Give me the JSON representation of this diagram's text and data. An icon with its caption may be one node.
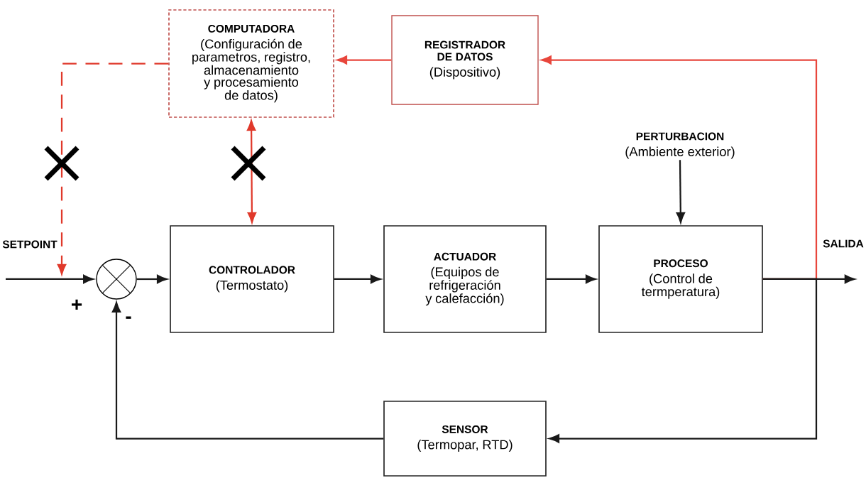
{
  "diagram": {
    "nodes": [
      {
        "text": [
          "COMPUTADORA",
          "(Configuración de parametros, registro, almacenamiento y procesamiento de datos)"
        ]
      },
      {
        "text": [
          "REGISTRADOR DE DATOS",
          "(Dispositivo)"
        ]
      },
      {
        "text": [
          "PERTURBACION",
          "(Ambiente exterior)"
        ]
      },
      {
        "text": [],
        "shape": "circle"
      },
      {
        "text": [
          "CONTROLADOR",
          "(Termostato)"
        ]
      },
      {
        "text": [
          "ACTUADOR",
          "(Equipos de refrigeración y calefacción)"
        ]
      },
      {
        "text": [
          "PROCESO",
          "(Control de termperatura)"
        ]
      },
      {
        "text": [
          "SENSOR",
          "(Termopar, RTD)"
        ]
      }
    ],
    "edges": [
      {
        "from": null,
        "to": 3,
        "arrow": "to"
      },
      {
        "from": 3,
        "to": 4,
        "arrow": "to"
      },
      {
        "from": 4,
        "to": 5,
        "arrow": "to"
      },
      {
        "from": 5,
        "to": 6,
        "arrow": "to"
      },
      {
        "from": 6,
        "to": null,
        "arrow": "to"
      },
      {
        "from": 2,
        "to": 6,
        "arrow": "to"
      },
      {
        "from": 6,
        "to": 7,
        "arrow": "to"
      },
      {
        "from": 7,
        "to": 3,
        "arrow": "to"
      },
      {
        "from": 6,
        "to": 1,
        "arrow": "to",
        "color": "#e8463c"
      },
      {
        "from": 1,
        "to": 0,
        "arrow": "to",
        "color": "#e8463c"
      },
      {
        "from": 0,
        "to": 4,
        "arrow": "both",
        "color": "#e0392b"
      },
      {
        "from": 0,
        "to": null,
        "arrow": "to",
        "style": "dashed",
        "color": "#e0392b"
      }
    ],
    "labels": [
      "SETPOINT",
      "SALIDA",
      "+",
      "-"
    ]
  }
}
